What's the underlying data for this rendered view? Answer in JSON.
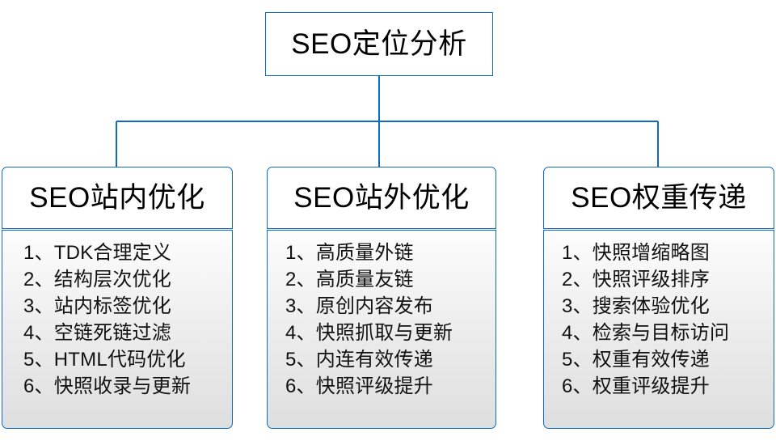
{
  "diagram": {
    "type": "tree-org-chart",
    "title": "SEO定位分析",
    "accent_color": "#0f6cbd",
    "background_color": "#ffffff",
    "root": {
      "label": "SEO定位分析"
    },
    "branches": [
      {
        "header": "SEO站内优化",
        "items": [
          {
            "index": "1、",
            "text": "TDK合理定义"
          },
          {
            "index": "2、",
            "text": "结构层次优化"
          },
          {
            "index": "3、",
            "text": "站内标签优化"
          },
          {
            "index": "4、",
            "text": "空链死链过滤"
          },
          {
            "index": "5、",
            "text": "HTML代码优化"
          },
          {
            "index": "6、",
            "text": "快照收录与更新"
          }
        ]
      },
      {
        "header": "SEO站外优化",
        "items": [
          {
            "index": "1、",
            "text": "高质量外链"
          },
          {
            "index": "2、",
            "text": "高质量友链"
          },
          {
            "index": "3、",
            "text": "原创内容发布"
          },
          {
            "index": "4、",
            "text": "快照抓取与更新"
          },
          {
            "index": "5、",
            "text": "内连有效传递"
          },
          {
            "index": "6、",
            "text": "快照评级提升"
          }
        ]
      },
      {
        "header": "SEO权重传递",
        "items": [
          {
            "index": "1、",
            "text": "快照增缩略图"
          },
          {
            "index": "2、",
            "text": "快照评级排序"
          },
          {
            "index": "3、",
            "text": "搜索体验优化"
          },
          {
            "index": "4、",
            "text": "检索与目标访问"
          },
          {
            "index": "5、",
            "text": "权重有效传递"
          },
          {
            "index": "6、",
            "text": "权重评级提升"
          }
        ]
      }
    ]
  }
}
